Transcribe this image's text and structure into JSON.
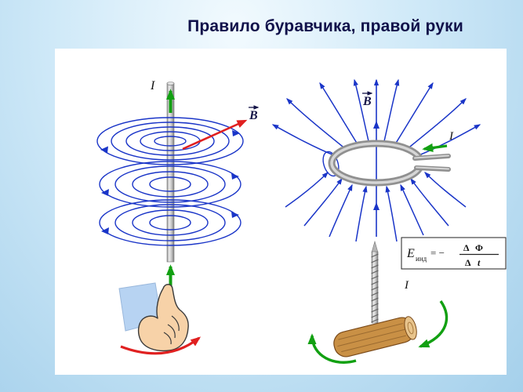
{
  "title": "Правило буравчика, правой руки",
  "left_diagram": {
    "current_label": "I",
    "field_vector_label": "B"
  },
  "right_diagram": {
    "field_vector_label": "B",
    "loop_current_label": "I",
    "screw_current_label": "I",
    "formula": {
      "emf": "E",
      "emf_sub": "инд",
      "equals": "= −",
      "num_delta": "Δ",
      "num_phi": "Φ",
      "den_delta": "Δ",
      "den_t": "t"
    }
  },
  "colors": {
    "field_line_blue": "#1a35c8",
    "current_green": "#12a012",
    "vector_red": "#e02020",
    "title_color": "#10104a",
    "background_blue": "#bfe2f6"
  }
}
